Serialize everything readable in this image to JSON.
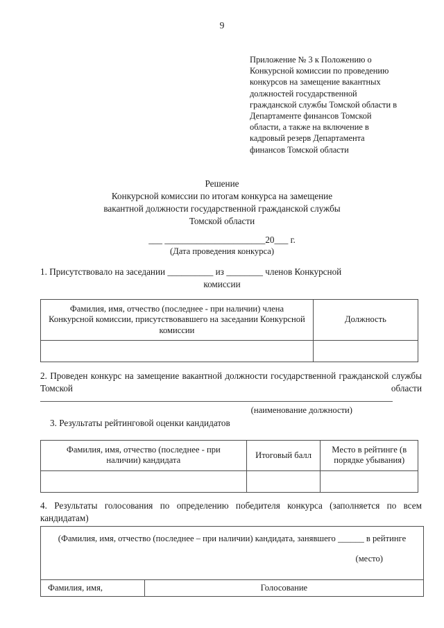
{
  "document": {
    "page_number": "9",
    "appendix_reference": [
      "Приложение № 3 к Положению о",
      "Конкурсной комиссии по проведению",
      "конкурсов на замещение вакантных",
      "должностей государственной",
      "гражданской службы Томской области в",
      "Департаменте финансов Томской",
      "области, а также на включение в",
      "кадровый резерв Департамента",
      "финансов Томской области"
    ],
    "title": [
      "Решение",
      "Конкурсной комиссии по итогам конкурса на замещение",
      "вакантной должности государственной гражданской службы",
      "Томской области"
    ],
    "date_line": "___ ______________________20___ г.",
    "date_caption": "(Дата проведения конкурса)",
    "clause_1": {
      "line_1": "1. Присутствовало на заседании __________ из ________ членов Конкурсной",
      "line_2": "комиссии"
    },
    "table_members": {
      "headers": [
        "Фамилия, имя, отчество (последнее - при наличии) члена Конкурсной комиссии, присутствовавшего на заседании Конкурсной комиссии",
        "Должность"
      ],
      "rows": [
        [
          "",
          ""
        ]
      ]
    },
    "clause_2": {
      "text": "2. Проведен конкурс на замещение вакантной должности государственной гражданской службы Томской области",
      "indent_marker": "2.",
      "caption": "(наименование должности)"
    },
    "clause_3": {
      "text": "3. Результаты рейтинговой оценки кандидатов"
    },
    "table_rating": {
      "headers": [
        "Фамилия, имя, отчество (последнее - при наличии) кандидата",
        "Итоговый балл",
        "Место в рейтинге (в порядке убывания)"
      ],
      "rows": [
        [
          "",
          "",
          ""
        ]
      ]
    },
    "clause_4": {
      "text": "4. Результаты голосования по определению победителя конкурса (заполняется по всем кандидатам)"
    },
    "table_voting": {
      "banner": "(Фамилия, имя, отчество (последнее – при наличии) кандидата, занявшего ______ в рейтинге",
      "banner_caption": "(место)",
      "headers": [
        "Фамилия, имя,",
        "Голосование"
      ]
    }
  }
}
